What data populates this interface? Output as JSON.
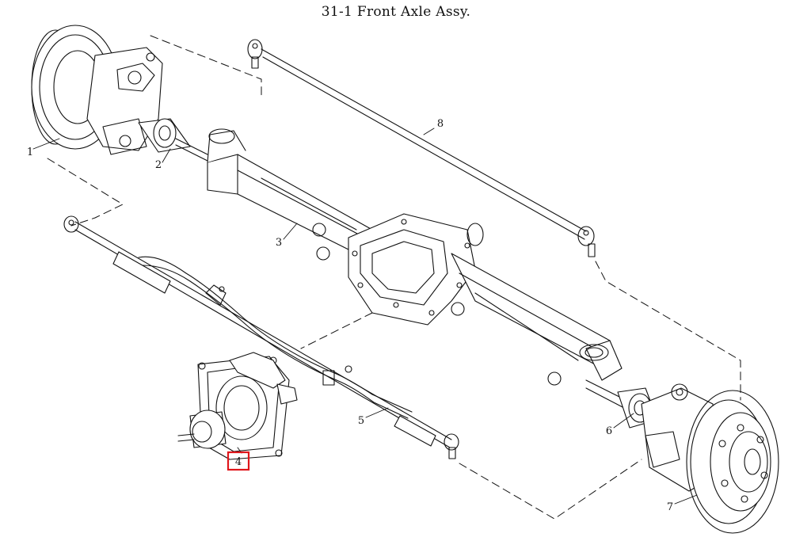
{
  "diagram": {
    "title": "31-1 Front Axle Assy.",
    "parts": [
      {
        "label": "1"
      },
      {
        "label": "2"
      },
      {
        "label": "3"
      },
      {
        "label": "4",
        "highlighted": true
      },
      {
        "label": "5"
      },
      {
        "label": "6"
      },
      {
        "label": "7"
      },
      {
        "label": "8"
      }
    ],
    "colors": {
      "line": "#111111",
      "highlight": "#e0161b",
      "fill": "#ffffff"
    }
  }
}
